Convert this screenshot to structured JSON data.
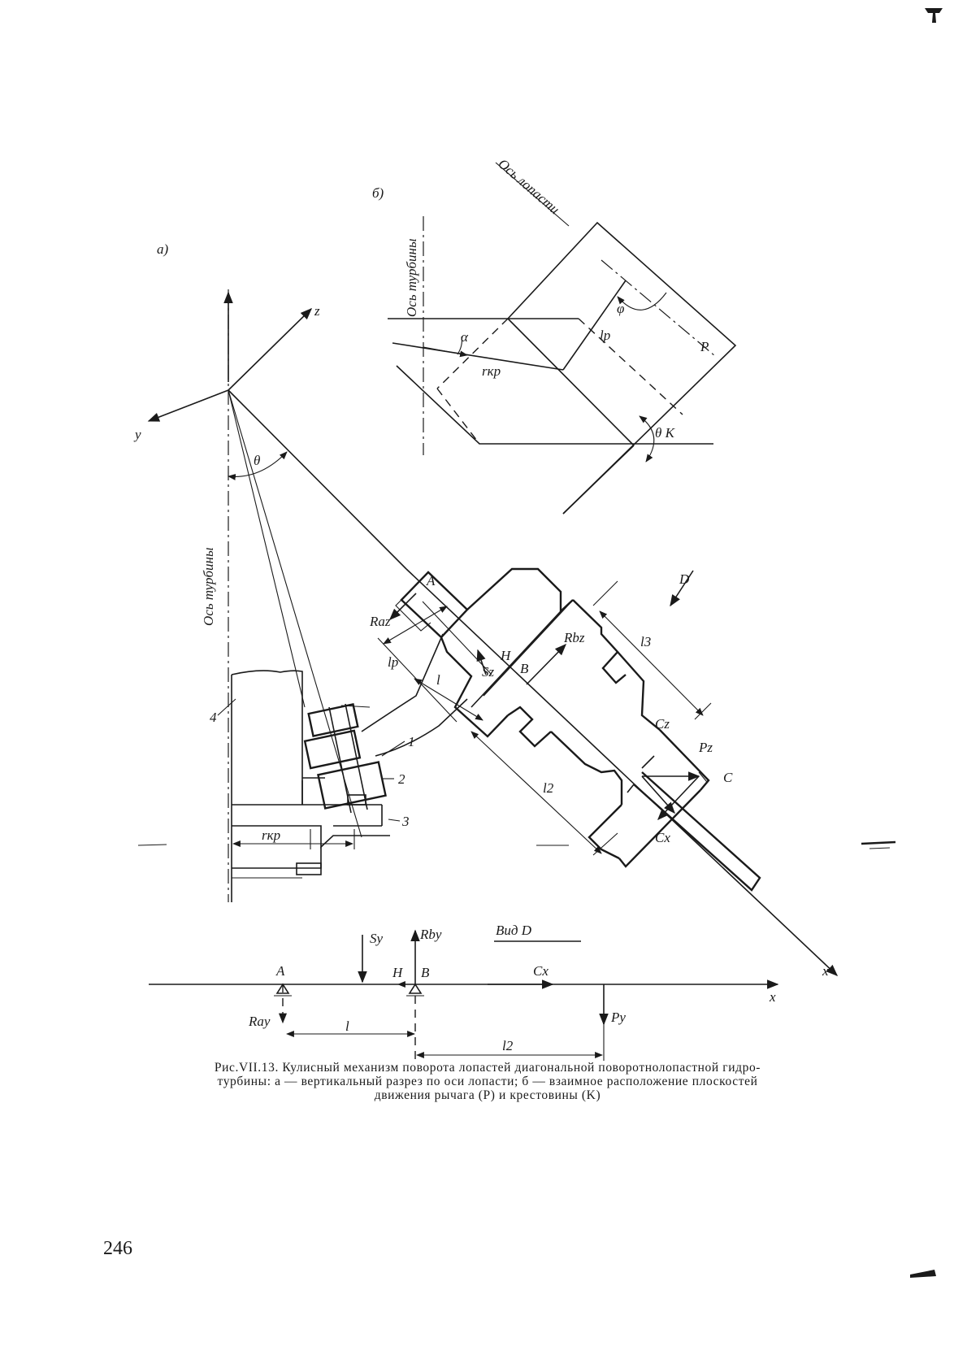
{
  "labels": {
    "panel_a": "а)",
    "panel_b": "б)",
    "axis_z": "z",
    "axis_y": "y",
    "axis_x": "x",
    "turbine_axis_a": "Ось турбины",
    "turbine_axis_b": "Ось турбины",
    "blade_axis": "Ось лопасти",
    "theta": "θ",
    "alpha": "α",
    "phi": "φ",
    "lp_b": "lp",
    "rkr_b": "rкр",
    "P": "P",
    "theta_K": "θ K",
    "A": "A",
    "B": "B",
    "C": "C",
    "D": "D",
    "H": "H",
    "Raz": "Raz",
    "Rbz": "Rbz",
    "Sz": "Sz",
    "lp_a": "lp",
    "l_a": "l",
    "l2_a": "l2",
    "l3_a": "l3",
    "Cz": "Cz",
    "Pz": "Pz",
    "Cx": "Cx",
    "rkr_a": "rкр",
    "part1": "1",
    "part2": "2",
    "part3": "3",
    "part4": "4"
  },
  "view_d": {
    "title": "Вид D",
    "Sy": "Sy",
    "Rby": "Rby",
    "A": "A",
    "H": "H",
    "B": "B",
    "Cx": "Cx",
    "x": "x",
    "Ray": "Ray",
    "Py": "Py",
    "l": "l",
    "l2": "l2"
  },
  "caption": {
    "line1": "Рис.VII.13. Кулисный механизм поворота лопастей диагональной поворотнолопастной гидро-",
    "line2": "турбины: а — вертикальный разрез по оси лопасти; б — взаимное расположение плоскостей",
    "line3": "движения рычага (P) и крестовины (K)"
  },
  "page_number": "246"
}
